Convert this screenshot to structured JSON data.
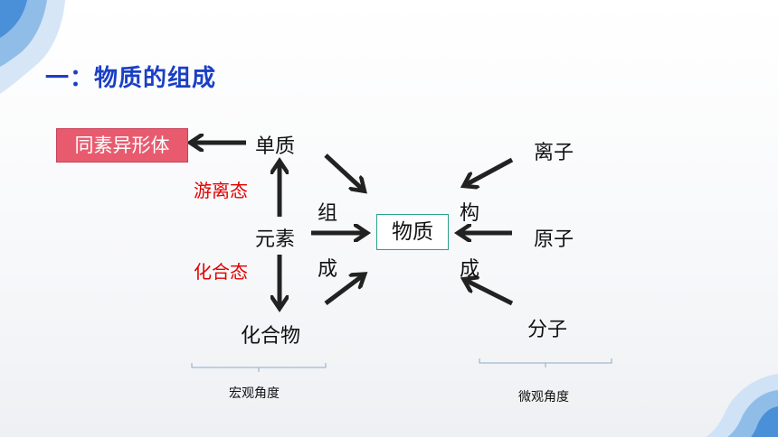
{
  "title": "一：物质的组成",
  "nodes": {
    "allotrope": "同素异形体",
    "elemental": "单质",
    "element": "元素",
    "compound": "化合物",
    "substance": "物质",
    "ion": "离子",
    "atom": "原子",
    "molecule": "分子"
  },
  "states": {
    "free": "游离态",
    "combined": "化合态"
  },
  "verbs": {
    "left_top": "组",
    "left_bottom": "成",
    "right_top": "构",
    "right_bottom": "成"
  },
  "perspectives": {
    "macro": "宏观角度",
    "micro": "微观角度"
  },
  "colors": {
    "title": "#1a3fc4",
    "state_text": "#e00000",
    "allotrope_box": "#e85b6f",
    "substance_border": "#2aa08a",
    "decor": "#4a90d9"
  }
}
